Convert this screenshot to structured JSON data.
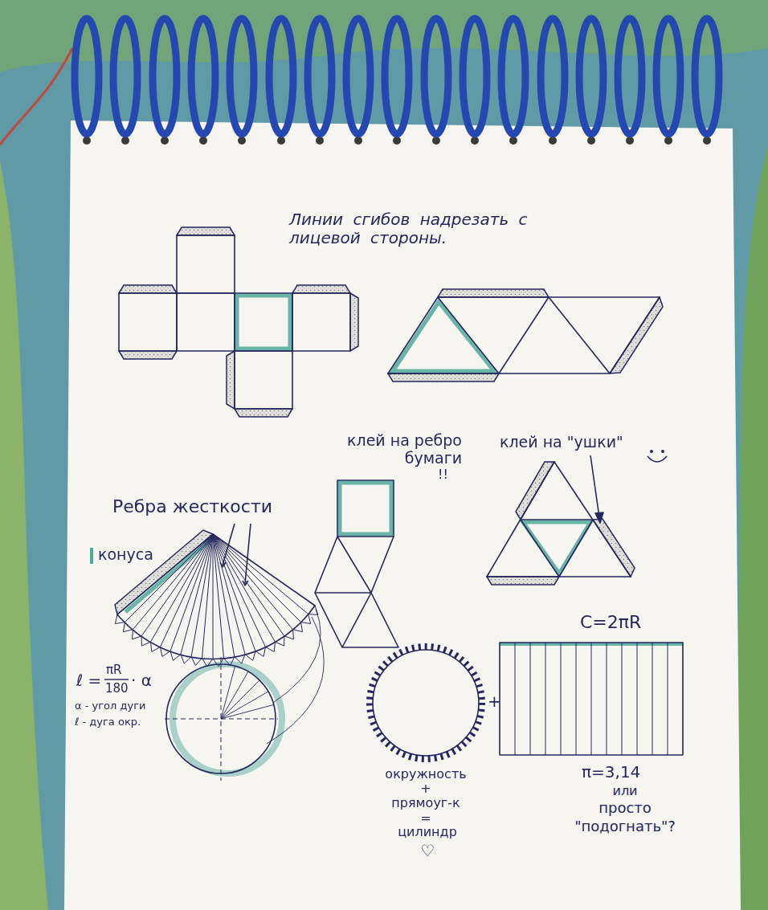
{
  "diagram": {
    "labels": [
      "Линии сгибов надрезать с лицевой стороны.",
      "клей на ребро бумаги",
      "!!",
      "клей на \"ушки\"",
      "Ребра жесткости",
      "конуса",
      "ℓ =",
      "πR",
      "180",
      "· α",
      "α - угол дуги",
      "ℓ - дуга окр.",
      "C=2πR",
      "+",
      "окружность",
      "+",
      "прямоуг-к",
      "=",
      "цилиндр",
      "♡",
      "π=3,14",
      "или",
      "просто",
      "\"подогнать\"?"
    ]
  }
}
